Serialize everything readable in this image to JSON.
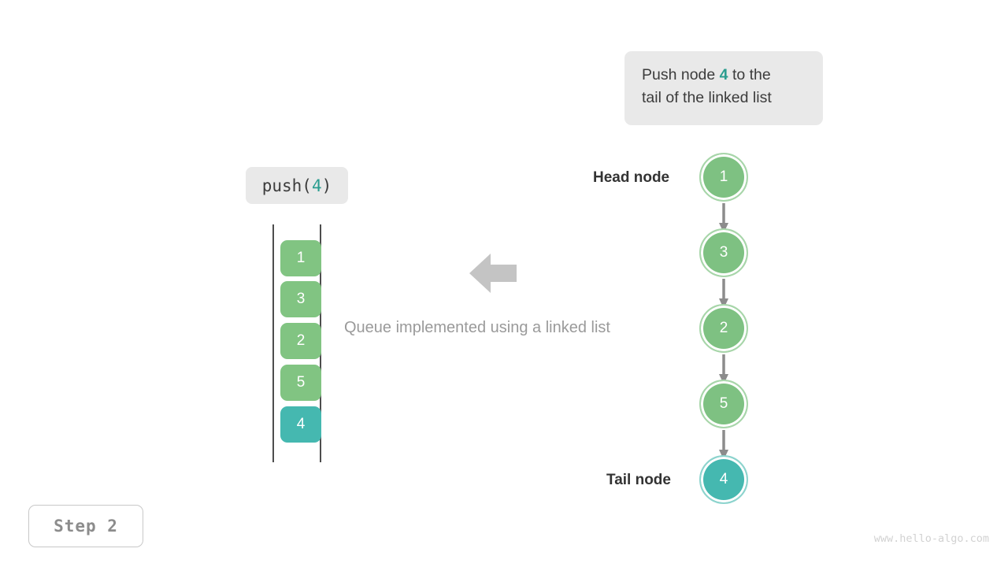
{
  "callout": {
    "line1_prefix": "Push node ",
    "line1_value": "4",
    "line1_suffix": " to the",
    "line2": "tail of the linked list"
  },
  "operation": {
    "label_prefix": "push(",
    "label_value": "4",
    "label_suffix": ")"
  },
  "caption": "Queue implemented using a linked list",
  "labels": {
    "head": "Head node",
    "tail": "Tail node"
  },
  "step_badge": "Step 2",
  "watermark": "www.hello-algo.com",
  "colors": {
    "green": "#7ec182",
    "green_light": "#a8d6aa",
    "teal": "#45b8b0",
    "teal_light": "#8ed4ce",
    "accent_text": "#2a9d8f",
    "box_gray": "#e9e9e9",
    "arrow_gray": "#c4c4c4",
    "link_gray": "#8c8c8c",
    "caption_gray": "#9a9a9a"
  },
  "queue": {
    "cells": [
      {
        "value": "1",
        "highlight": false
      },
      {
        "value": "3",
        "highlight": false
      },
      {
        "value": "2",
        "highlight": false
      },
      {
        "value": "5",
        "highlight": false
      },
      {
        "value": "4",
        "highlight": true
      }
    ]
  },
  "linked_list": {
    "nodes": [
      {
        "value": "1",
        "highlight": false
      },
      {
        "value": "3",
        "highlight": false
      },
      {
        "value": "2",
        "highlight": false
      },
      {
        "value": "5",
        "highlight": false
      },
      {
        "value": "4",
        "highlight": true
      }
    ]
  },
  "icons": {
    "big_arrow": "arrow-left-icon",
    "link_arrow": "arrow-down-icon"
  }
}
